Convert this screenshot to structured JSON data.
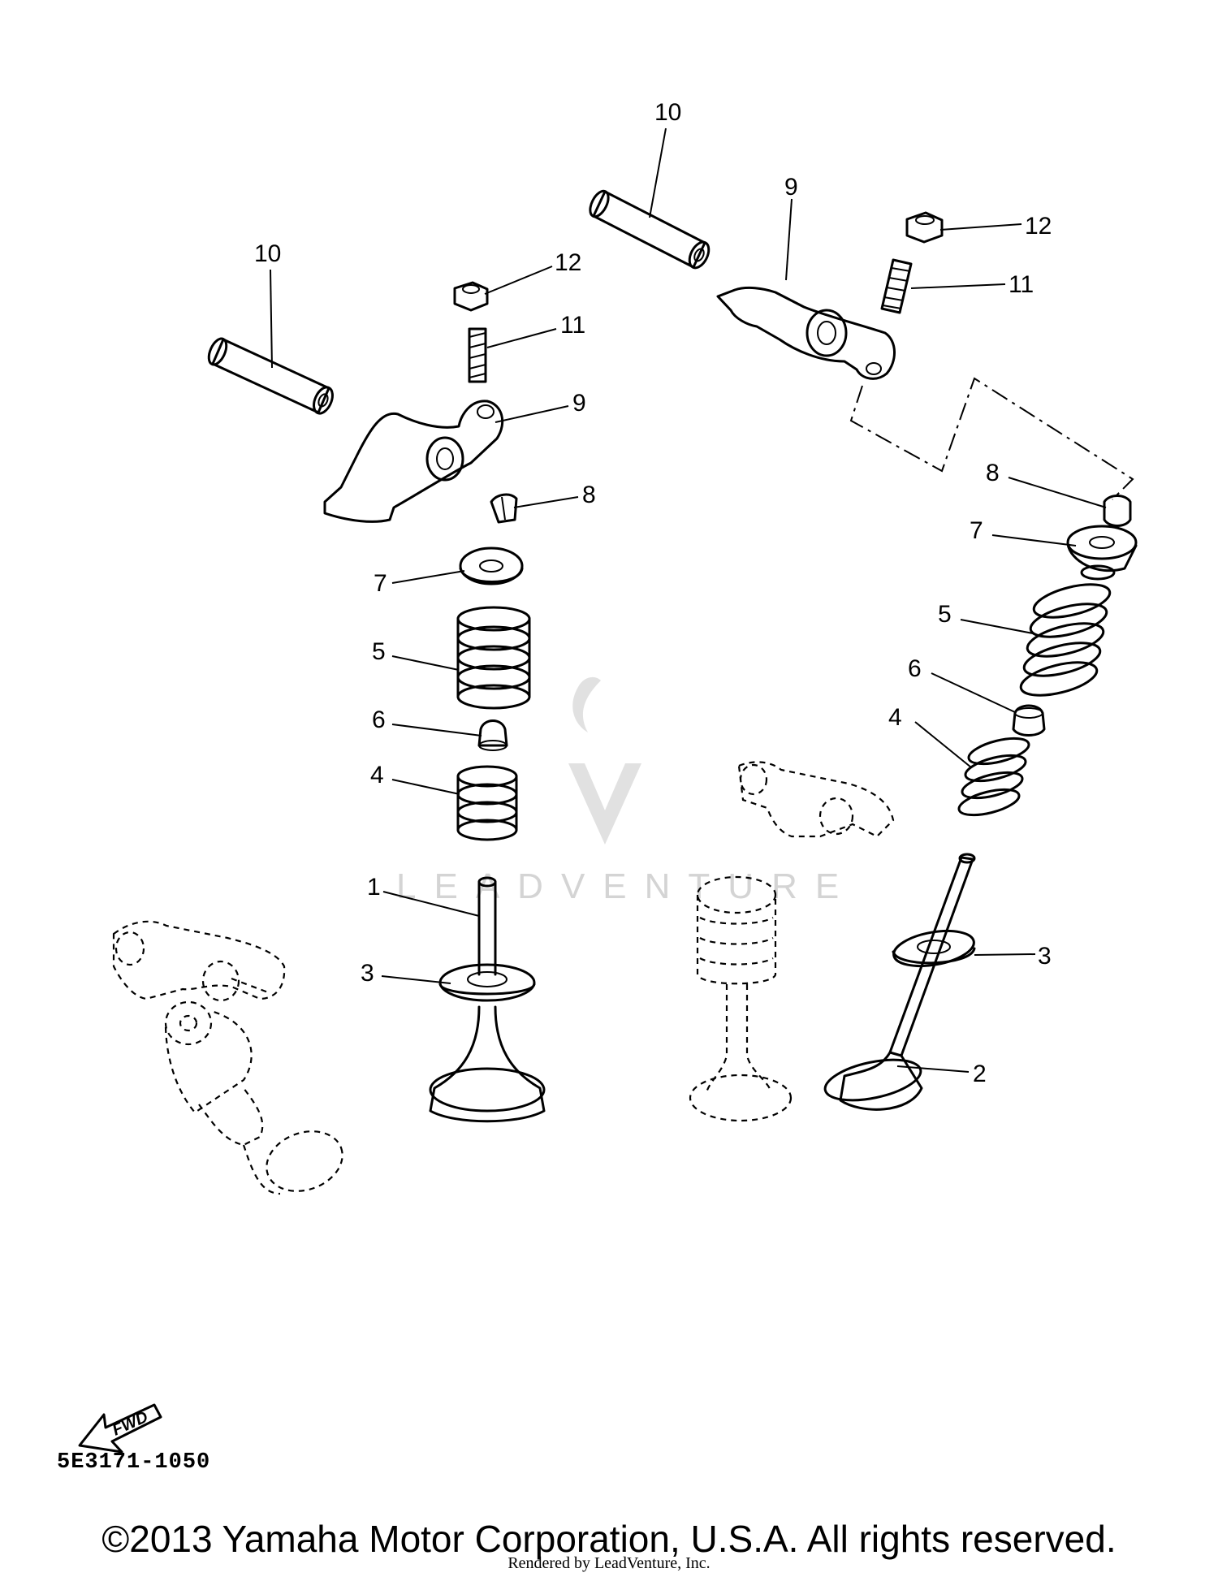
{
  "diagram": {
    "code": "5E3171-1050",
    "fwd_label": "FWD",
    "copyright": "©2013 Yamaha Motor Corporation, U.S.A. All rights reserved.",
    "rendered_by": "Rendered by LeadVenture, Inc.",
    "watermark": "LEADVENTURE",
    "callouts": [
      {
        "id": "10-left",
        "text": "10"
      },
      {
        "id": "10-right",
        "text": "10"
      },
      {
        "id": "9-right",
        "text": "9"
      },
      {
        "id": "12-right",
        "text": "12"
      },
      {
        "id": "11-right",
        "text": "11"
      },
      {
        "id": "12-left",
        "text": "12"
      },
      {
        "id": "11-left",
        "text": "11"
      },
      {
        "id": "9-left",
        "text": "9"
      },
      {
        "id": "8-left",
        "text": "8"
      },
      {
        "id": "8-right",
        "text": "8"
      },
      {
        "id": "7-left",
        "text": "7"
      },
      {
        "id": "7-right",
        "text": "7"
      },
      {
        "id": "5-left",
        "text": "5"
      },
      {
        "id": "5-right",
        "text": "5"
      },
      {
        "id": "6-left",
        "text": "6"
      },
      {
        "id": "6-right",
        "text": "6"
      },
      {
        "id": "4-left",
        "text": "4"
      },
      {
        "id": "4-right",
        "text": "4"
      },
      {
        "id": "1",
        "text": "1"
      },
      {
        "id": "3-left",
        "text": "3"
      },
      {
        "id": "3-right",
        "text": "3"
      },
      {
        "id": "2",
        "text": "2"
      }
    ]
  }
}
